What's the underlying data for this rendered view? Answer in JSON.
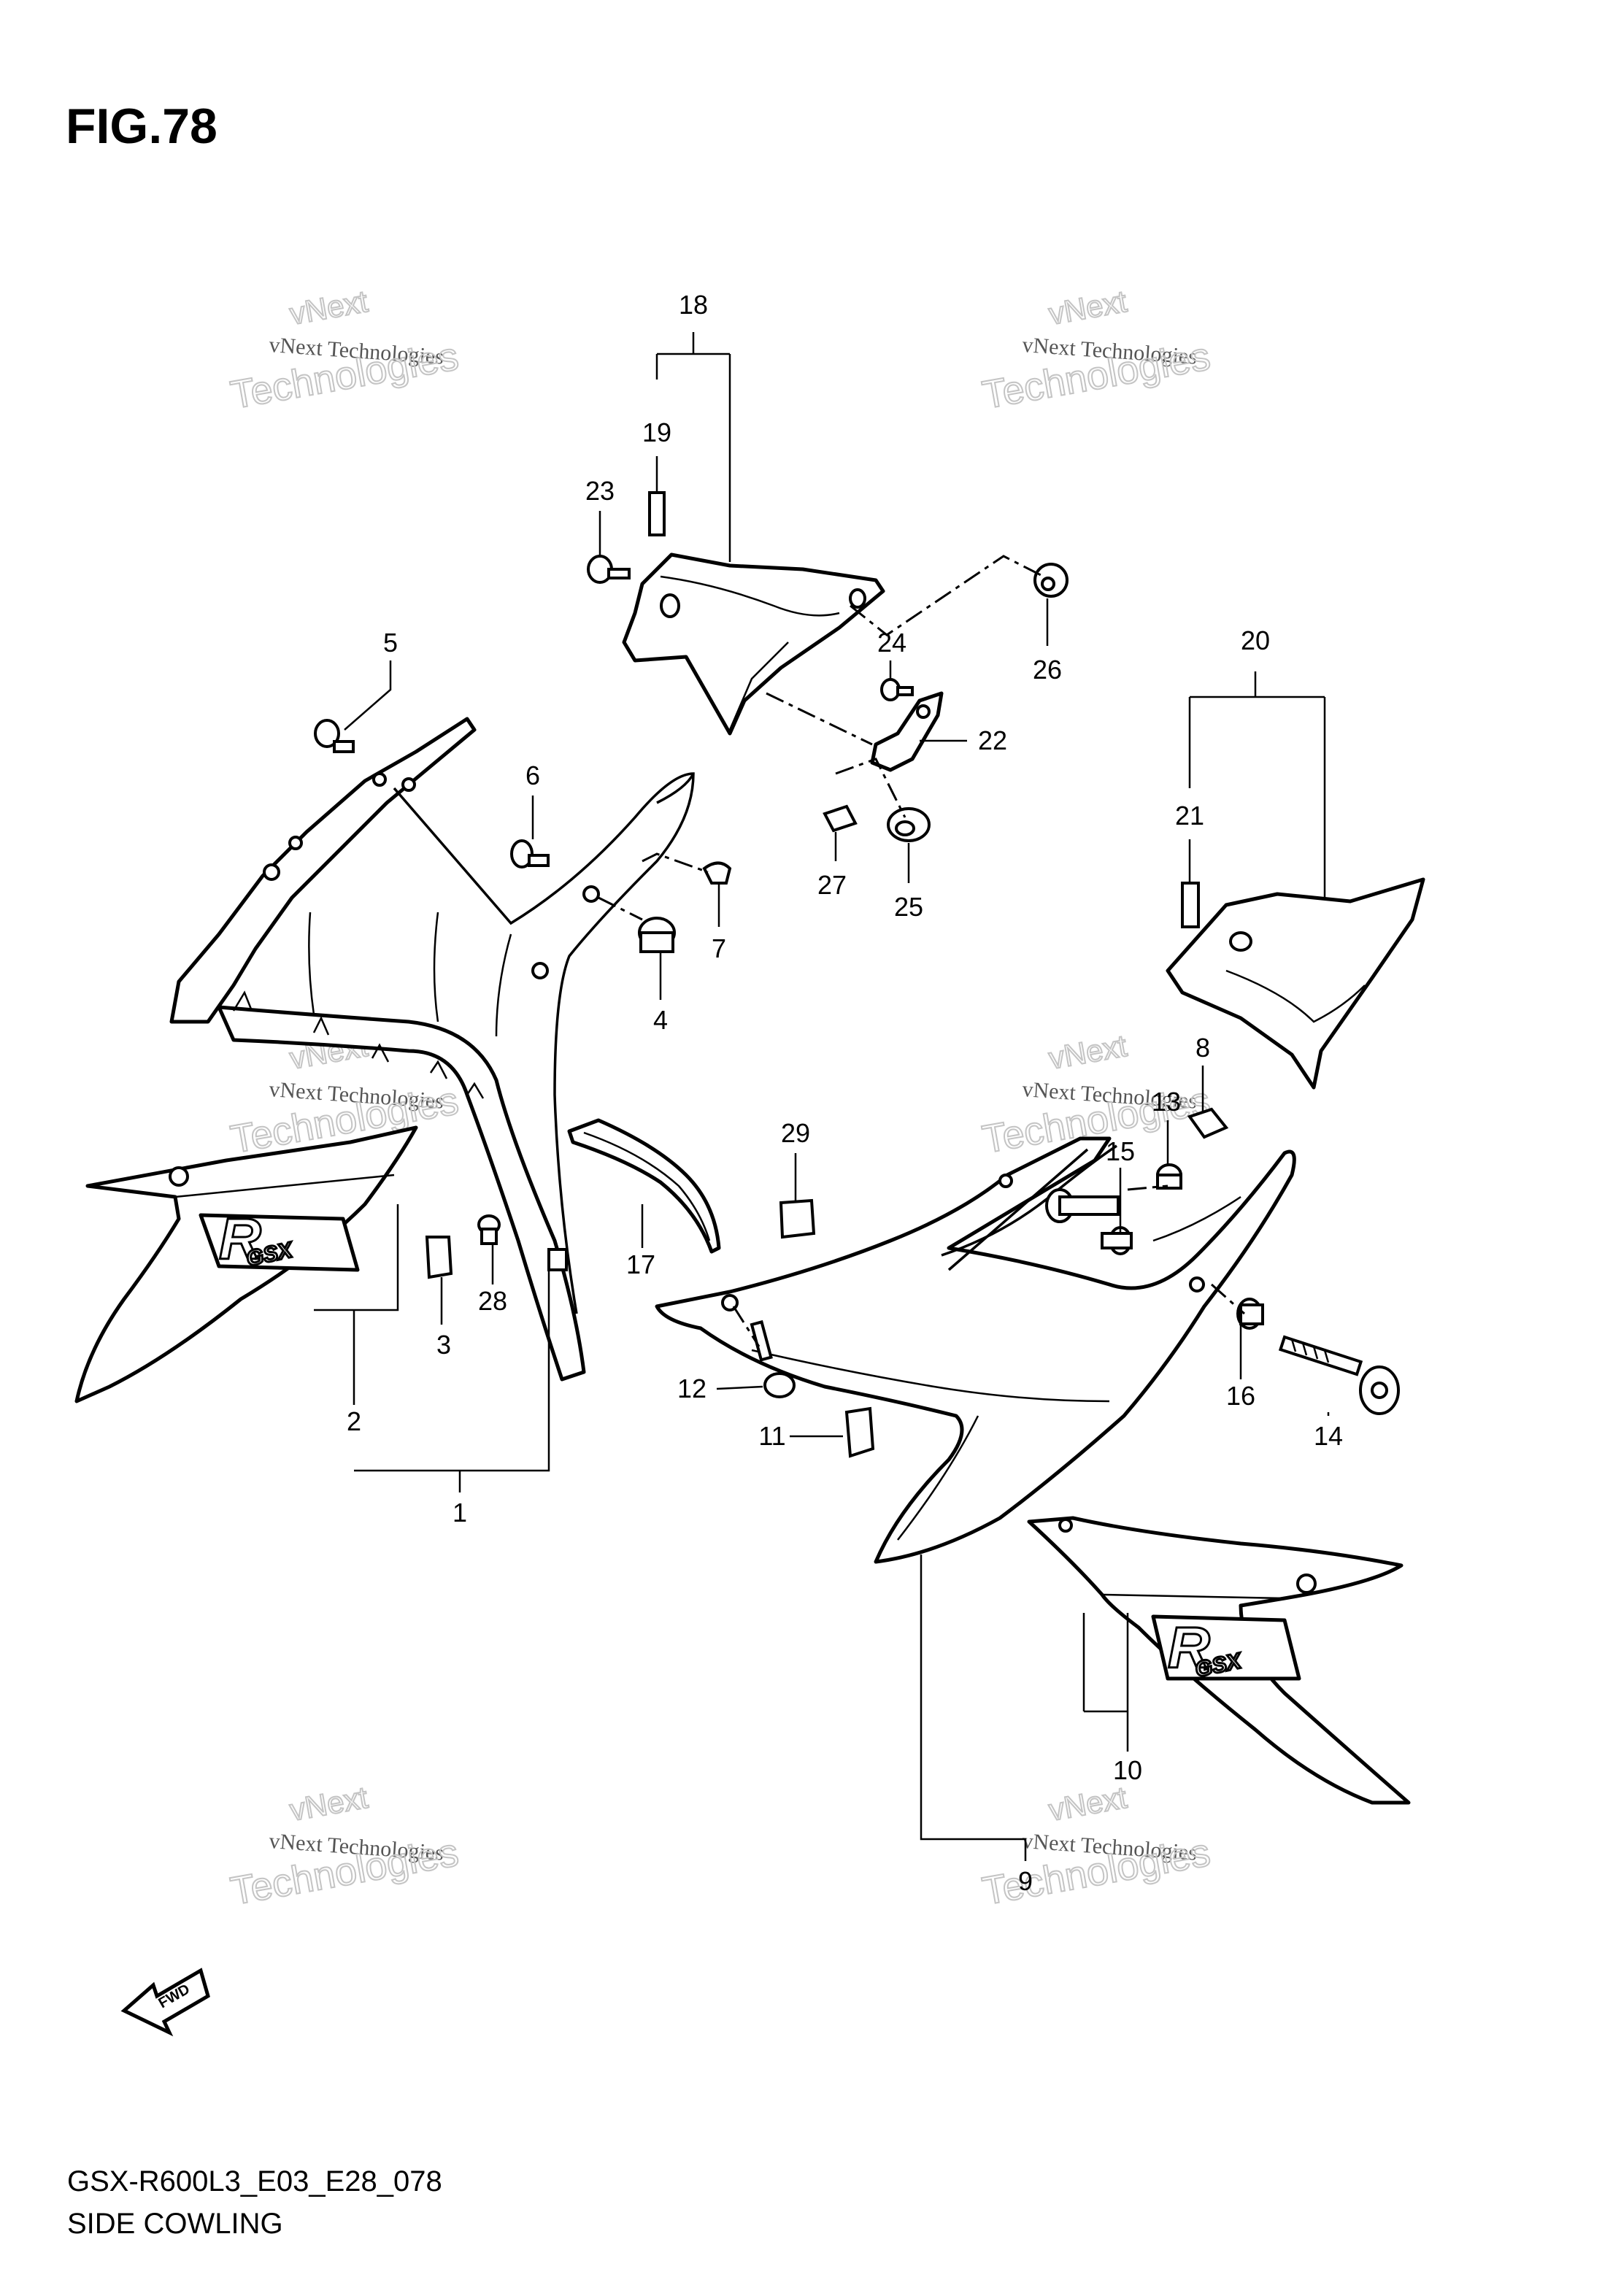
{
  "figure": {
    "title": "FIG.78",
    "model_code": "GSX-R600L3_E03_E28_078",
    "section_name": "SIDE COWLING",
    "fwd_label": "FWD"
  },
  "watermark": {
    "line1": "vNext Technologies",
    "line2a": "vNext",
    "line2b": "Technologies"
  },
  "parts_callouts": [
    "1",
    "2",
    "3",
    "4",
    "5",
    "6",
    "7",
    "8",
    "9",
    "10",
    "11",
    "12",
    "13",
    "14",
    "15",
    "16",
    "17",
    "18",
    "19",
    "20",
    "21",
    "22",
    "23",
    "24",
    "25",
    "26",
    "27",
    "28",
    "29"
  ],
  "logo_text": {
    "big": "R",
    "small": "GSX"
  }
}
